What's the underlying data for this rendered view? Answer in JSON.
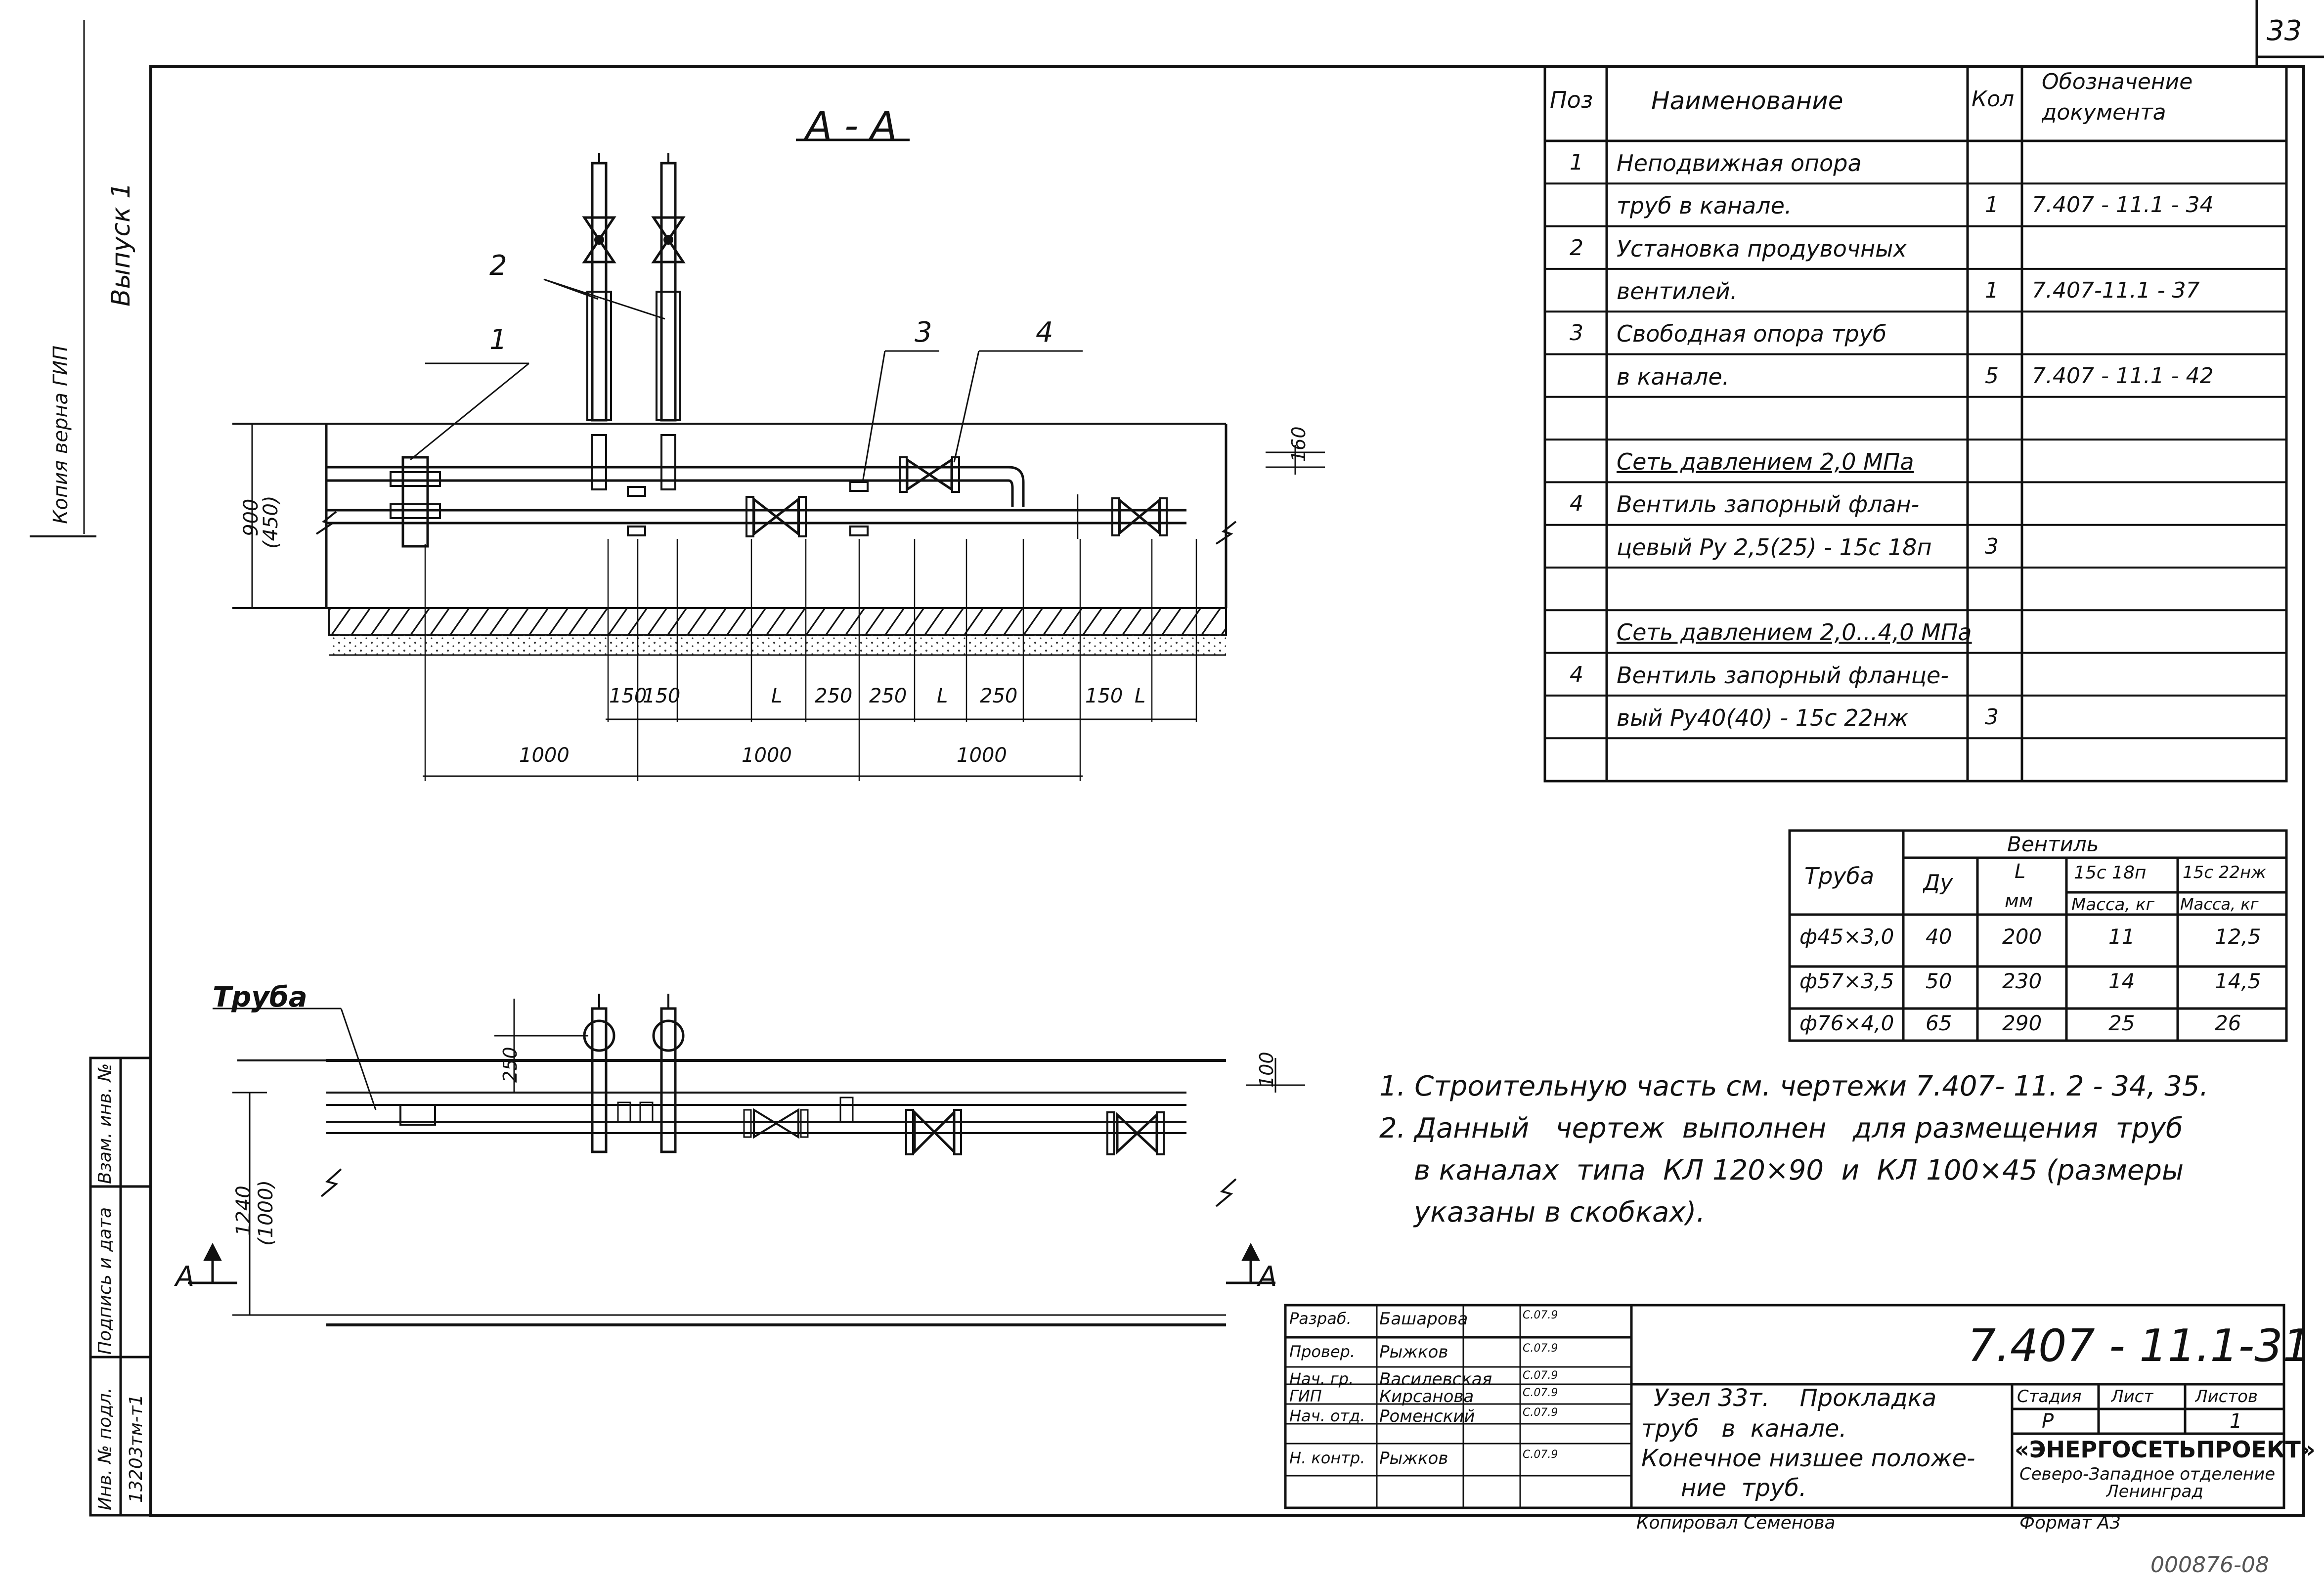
{
  "sheet_number": "33",
  "bottom_code": "000876-08",
  "section_title": "А - А",
  "plan_label": "Труба",
  "section_marks": [
    "А",
    "А"
  ],
  "callouts": [
    "1",
    "2",
    "3",
    "4"
  ],
  "dims_top": {
    "height_outer": "900",
    "height_inner": "(450)",
    "offset": "160",
    "row1": [
      "150",
      "150",
      "L",
      "250",
      "250",
      "L",
      "250",
      "150",
      "L"
    ],
    "row2": [
      "1000",
      "1000",
      "1000"
    ]
  },
  "dims_plan": {
    "width_outer": "1240",
    "width_inner": "(1000)",
    "side": "100",
    "vent": "250"
  },
  "spec_table": {
    "headers": [
      "Поз",
      "Наименование",
      "Кол",
      "Обозначение документа"
    ],
    "rows": [
      [
        "1",
        "Неподвижная опора",
        "",
        ""
      ],
      [
        "",
        "труб в канале.",
        "1",
        "7.407 - 11.1 - 34"
      ],
      [
        "2",
        "Установка продувочных",
        "",
        ""
      ],
      [
        "",
        "вентилей.",
        "1",
        "7.407-11.1 - 37"
      ],
      [
        "3",
        "Свободная опора труб",
        "",
        ""
      ],
      [
        "",
        "в канале.",
        "5",
        "7.407 - 11.1 - 42"
      ],
      [
        "",
        "",
        "",
        ""
      ],
      [
        "",
        "Сеть давлением 2,0 МПа",
        "",
        ""
      ],
      [
        "4",
        "Вентиль запорный флан-",
        "",
        ""
      ],
      [
        "",
        "цевый Ру 2,5(25) - 15с 18п",
        "3",
        ""
      ],
      [
        "",
        "",
        "",
        ""
      ],
      [
        "",
        "Сеть давлением 2,0...4,0 МПа",
        "",
        ""
      ],
      [
        "4",
        "Вентиль запорный фланце-",
        "",
        ""
      ],
      [
        "",
        "вый Ру40(40) - 15с 22нж",
        "3",
        ""
      ],
      [
        "",
        "",
        "",
        ""
      ]
    ]
  },
  "valve_table": {
    "h_pipe": "Труба",
    "h_valve": "Вентиль",
    "h_dn": "Ду",
    "h_l": "L",
    "h_mm": "мм",
    "h_t1": "15с 18п",
    "h_t2": "15с 22нж",
    "h_m1": "Масса, кг",
    "h_m2": "Масса, кг",
    "rows": [
      [
        "ф45×3,0",
        "40",
        "200",
        "11",
        "12,5"
      ],
      [
        "ф57×3,5",
        "50",
        "230",
        "14",
        "14,5"
      ],
      [
        "ф76×4,0",
        "65",
        "290",
        "25",
        "26"
      ]
    ]
  },
  "notes": [
    "1. Строительную часть см. чертежи 7.407- 11. 2 - 34, 35.",
    "2. Данный   чертеж  выполнен   для размещения  труб",
    "в каналах  типа  КЛ 120×90  и  КЛ 100×45 (размеры",
    "указаны в скобках)."
  ],
  "title_block": {
    "doc_code": "7.407 - 11.1-31",
    "roles": [
      "Разраб.",
      "Провер.",
      "Нач. гр.",
      "ГИП",
      "Нач. отд.",
      "Н. контр."
    ],
    "names": [
      "Башарова",
      "Рыжков",
      "Василевская",
      "Кирсанова",
      "Роменский",
      "Рыжков"
    ],
    "dates": [
      "С.07.9",
      "С.07.9",
      "С.07.9",
      "С.07.9",
      "С.07.9",
      "С.07.9"
    ],
    "desc": [
      "Узел 33т.    Прокладка",
      "труб   в  канале.",
      "Конечное низшее положе-",
      "ние  труб."
    ],
    "stage_h": "Стадия",
    "sheet_h": "Лист",
    "sheets_h": "Листов",
    "stage": "Р",
    "sheets": "1",
    "org": "«ЭНЕРГОСЕТЬПРОЕКТ»",
    "org_sub1": "Северо-Западное отделение",
    "org_sub2": "Ленинград",
    "copied": "Копировал  Семенова",
    "format": "Формат А3"
  },
  "side": {
    "vypusk": "Выпуск 1",
    "stamp": "Копия верна ГИП",
    "labels": [
      "Инв. № подл.",
      "Подпись и дата",
      "Взам. инв. №"
    ],
    "inv": "13203тм-т1"
  }
}
